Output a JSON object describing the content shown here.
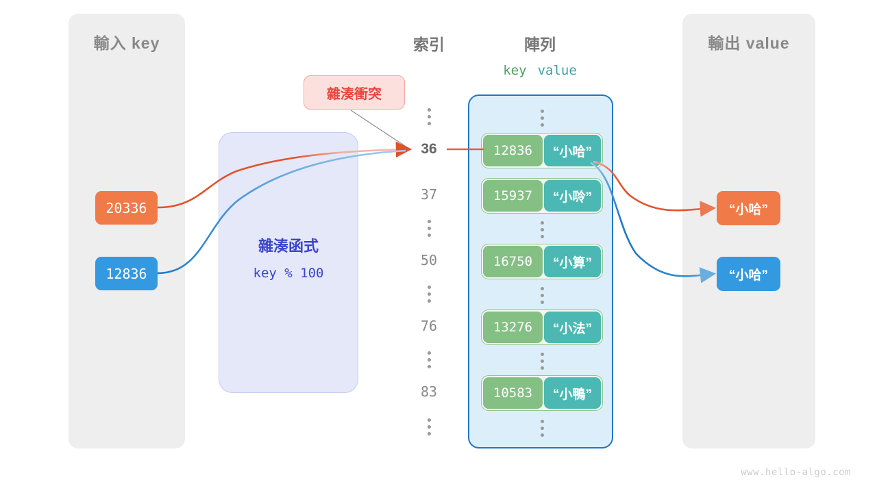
{
  "panels": {
    "input": {
      "title": "輸入 key"
    },
    "output": {
      "title": "輸出 value"
    }
  },
  "headings": {
    "index": "索引",
    "array": "陣列",
    "key": "key",
    "value": "value"
  },
  "hash_function": {
    "title": "雜湊函式",
    "formula": "key % 100"
  },
  "collision": {
    "label": "雜湊衝突"
  },
  "inputs": [
    {
      "key": "20336",
      "color": "#f07a48"
    },
    {
      "key": "12836",
      "color": "#3399e0"
    }
  ],
  "outputs": [
    {
      "value": "“小哈”",
      "color": "#f07a48"
    },
    {
      "value": "“小哈”",
      "color": "#3399e0"
    }
  ],
  "slots": [
    {
      "index": "⋮",
      "ellipsis": true,
      "highlighted": false
    },
    {
      "index": "36",
      "ellipsis": false,
      "highlighted": true,
      "key": "12836",
      "value": "“小哈”"
    },
    {
      "index": "37",
      "ellipsis": false,
      "highlighted": false,
      "key": "15937",
      "value": "“小唥”"
    },
    {
      "index": "⋮",
      "ellipsis": true,
      "highlighted": false
    },
    {
      "index": "50",
      "ellipsis": false,
      "highlighted": false,
      "key": "16750",
      "value": "“小算”"
    },
    {
      "index": "⋮",
      "ellipsis": true,
      "highlighted": false
    },
    {
      "index": "76",
      "ellipsis": false,
      "highlighted": false,
      "key": "13276",
      "value": "“小法”"
    },
    {
      "index": "⋮",
      "ellipsis": true,
      "highlighted": false
    },
    {
      "index": "83",
      "ellipsis": false,
      "highlighted": false,
      "key": "10583",
      "value": "“小鴨”"
    },
    {
      "index": "⋮",
      "ellipsis": true,
      "highlighted": false
    }
  ],
  "colors": {
    "panel_bg": "#eeeeee",
    "hash_box_bg": "#e4e8f9",
    "hash_text": "#3a45c8",
    "array_bg": "#ddeefb",
    "array_border": "#1f77c4",
    "key_cell": "#84bf83",
    "value_cell": "#4cb8b4",
    "collision_bg": "#fbe0de",
    "collision_text": "#e8453c",
    "orange_flow": "#e2512a",
    "blue_flow": "#1f77c4"
  },
  "watermark": "www.hello-algo.com"
}
